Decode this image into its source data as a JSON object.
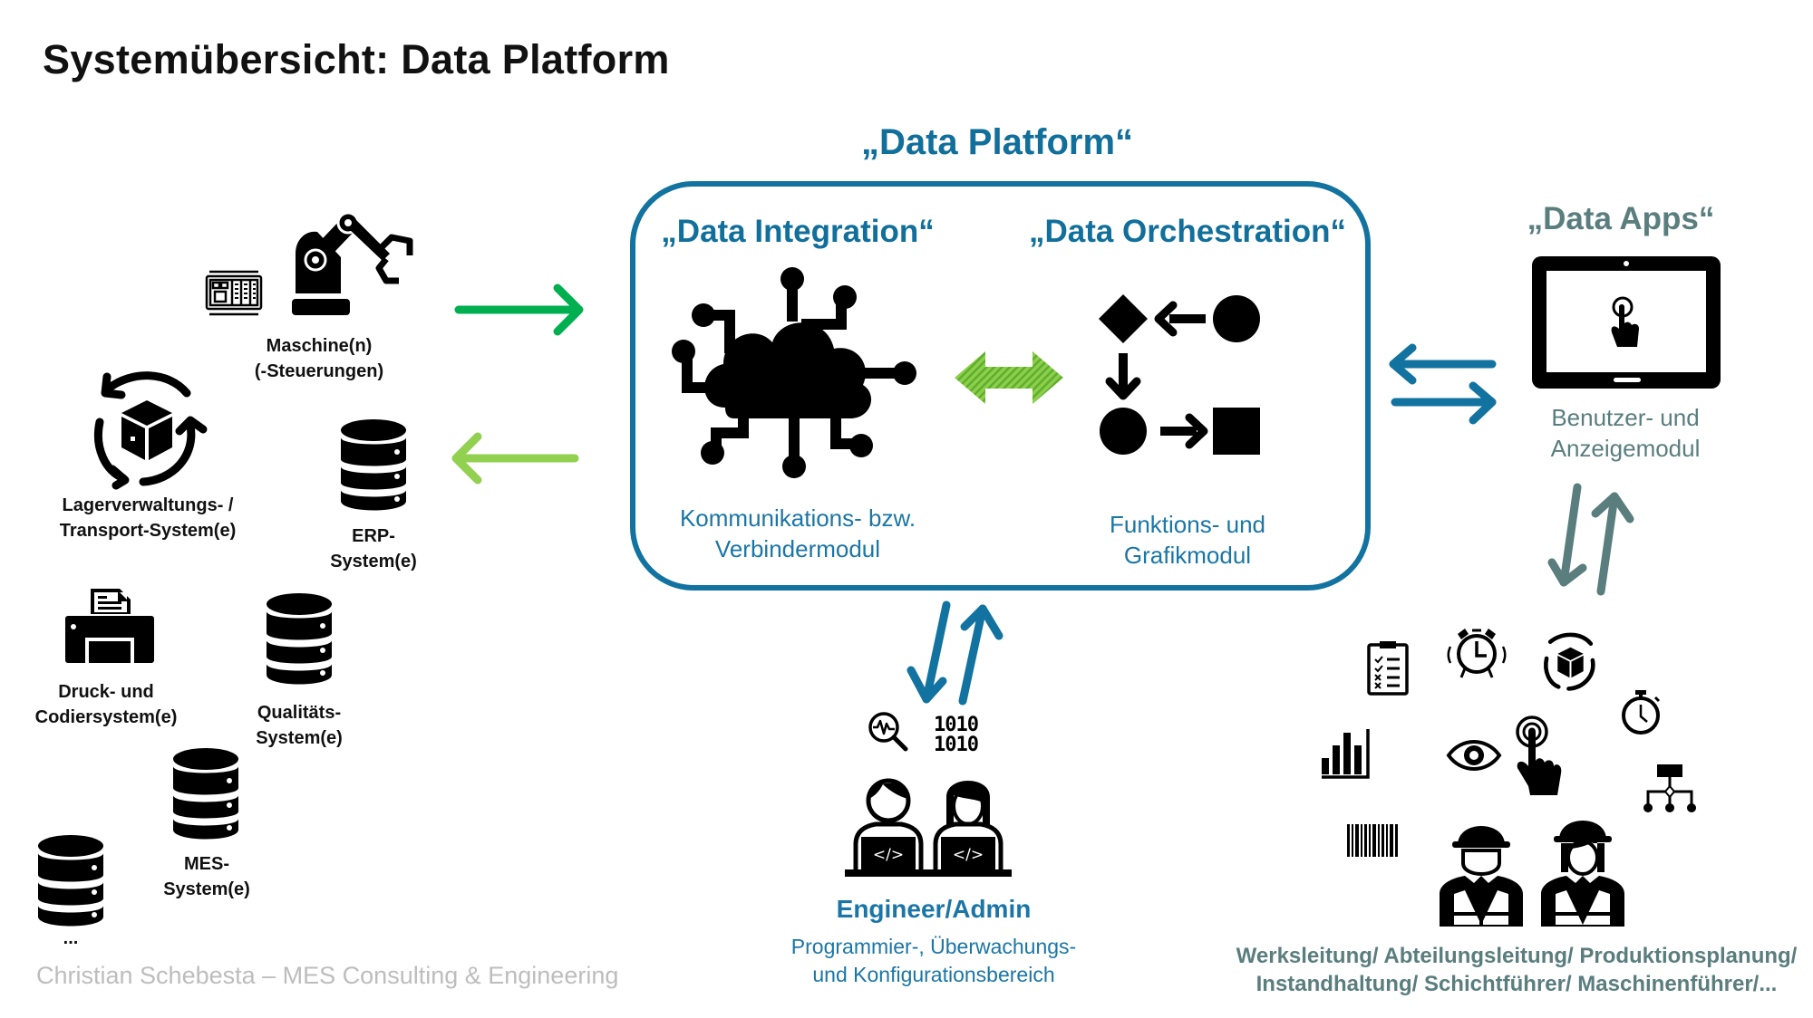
{
  "title": "Systemübersicht: Data Platform",
  "platform": {
    "label": "„Data Platform“",
    "integration": {
      "title": "„Data Integration“",
      "description_lines": [
        "Kommunikations- bzw.",
        "Verbindermodul"
      ]
    },
    "orchestration": {
      "title": "„Data Orchestration“",
      "description_lines": [
        "Funktions- und",
        "Grafikmodul"
      ]
    }
  },
  "data_apps": {
    "title": "„Data Apps“",
    "description_lines": [
      "Benutzer- und",
      "Anzeigemodul"
    ]
  },
  "source_systems": [
    {
      "id": "machines",
      "icon": "robot-arm-icon",
      "label_lines": [
        "Maschine(n)",
        "(-Steuerungen)"
      ]
    },
    {
      "id": "warehouse",
      "icon": "box-cycle-icon",
      "label_lines": [
        "Lagerverwaltungs- /",
        "Transport-System(e)"
      ]
    },
    {
      "id": "erp",
      "icon": "database-icon",
      "label_lines": [
        "ERP-",
        "System(e)"
      ]
    },
    {
      "id": "printing",
      "icon": "printer-icon",
      "label_lines": [
        "Druck- und",
        "Codiersystem(e)"
      ]
    },
    {
      "id": "quality",
      "icon": "database-icon",
      "label_lines": [
        "Qualitäts-",
        "System(e)"
      ]
    },
    {
      "id": "mes",
      "icon": "database-icon",
      "label_lines": [
        "MES-",
        "System(e)"
      ]
    },
    {
      "id": "more",
      "icon": "database-icon",
      "label_lines": [
        "..."
      ]
    }
  ],
  "engineer": {
    "title": "Engineer/Admin",
    "description_lines": [
      "Programmier-, Überwachungs-",
      "und Konfigurationsbereich"
    ],
    "binary_text": [
      "1010",
      "1010"
    ]
  },
  "users": {
    "roles_lines": [
      "Werksleitung/ Abteilungsleitung/ Produktionsplanung/",
      "Instandhaltung/ Schichtführer/ Maschinenführer/..."
    ]
  },
  "footer": "Christian Schebesta – MES Consulting & Engineering",
  "colors": {
    "platform_blue": "#1273a0",
    "teal": "#5a7d7e",
    "green_dark": "#00b050",
    "green_light": "#92d050",
    "footer_grey": "#bdbdbd"
  }
}
